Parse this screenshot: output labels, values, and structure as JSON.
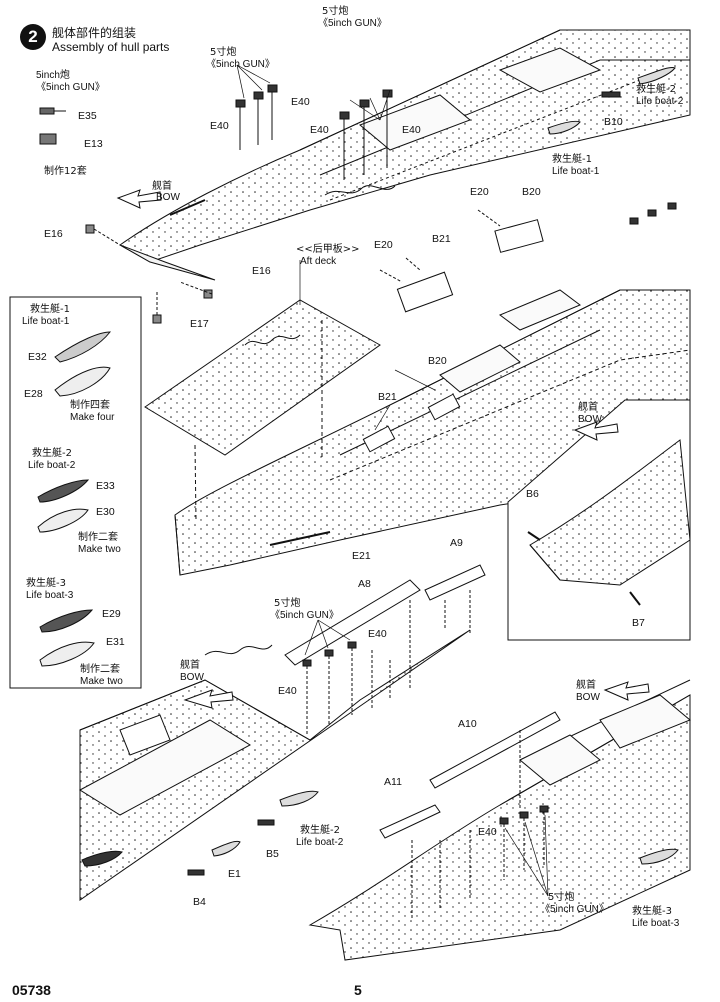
{
  "step": {
    "number": "2",
    "title_zh": "舰体部件的组装",
    "title_en": "Assembly of hull parts"
  },
  "top_left_gun": {
    "title_en": "5inch炮",
    "title_gun": "《5inch GUN》",
    "part_a": "E35",
    "part_b": "E13",
    "make": "制作12套"
  },
  "bow_top": {
    "gun1_zh": "5寸炮",
    "gun1_en": "《5inch GUN》",
    "gun2_zh": "5寸炮",
    "gun2_en": "《5inch GUN》",
    "e40_a": "E40",
    "e40_b": "E40",
    "e40_c": "E40",
    "e40_d": "E40",
    "bow_zh": "舰首",
    "bow_en": "BOW",
    "e16_a": "E16",
    "e16_b": "E16",
    "e17": "E17",
    "b10": "B10",
    "lb2_zh": "救生艇-2",
    "lb2_en": "Life boat-2",
    "lb1_zh": "救生艇-1",
    "lb1_en": "Life boat-1"
  },
  "aft": {
    "deck_zh": "<<后甲板>>",
    "deck_en": "Aft deck",
    "e20_a": "E20",
    "b20_a": "B20",
    "e20_b": "E20",
    "b21_a": "B21",
    "b20_b": "B20",
    "b21_b": "B21",
    "e21": "E21",
    "bow_zh": "舰首",
    "bow_en": "BOW",
    "b6": "B6",
    "b7": "B7"
  },
  "side_panel": {
    "lb1_zh": "救生艇-1",
    "lb1_en": "Life boat-1",
    "e32": "E32",
    "e28": "E28",
    "make4_zh": "制作四套",
    "make4_en": "Make four",
    "lb2_zh": "救生艇-2",
    "lb2_en": "Life boat-2",
    "e33": "E33",
    "e30": "E30",
    "make2a_zh": "制作二套",
    "make2a_en": "Make two",
    "lb3_zh": "救生艇-3",
    "lb3_en": "Life boat-3",
    "e29": "E29",
    "e31": "E31",
    "make2b_zh": "制作二套",
    "make2b_en": "Make two"
  },
  "bottom": {
    "a8": "A8",
    "a9": "A9",
    "gun_zh": "5寸炮",
    "gun_en": "《5inch GUN》",
    "e40_a": "E40",
    "e40_b": "E40",
    "bow_zh_l": "舰首",
    "bow_en_l": "BOW",
    "lb2_zh": "救生艇-2",
    "lb2_en": "Life boat-2",
    "b5": "B5",
    "e1": "E1",
    "b4": "B4",
    "bow_zh_r": "舰首",
    "bow_en_r": "BOW",
    "a10": "A10",
    "a11": "A11",
    "e40_c": "E40",
    "gun2_zh": "5寸炮",
    "gun2_en": "《5inch GUN》",
    "lb3_zh": "救生艇-3",
    "lb3_en": "Life boat-3"
  },
  "footer": {
    "code": "05738",
    "page": "5"
  }
}
